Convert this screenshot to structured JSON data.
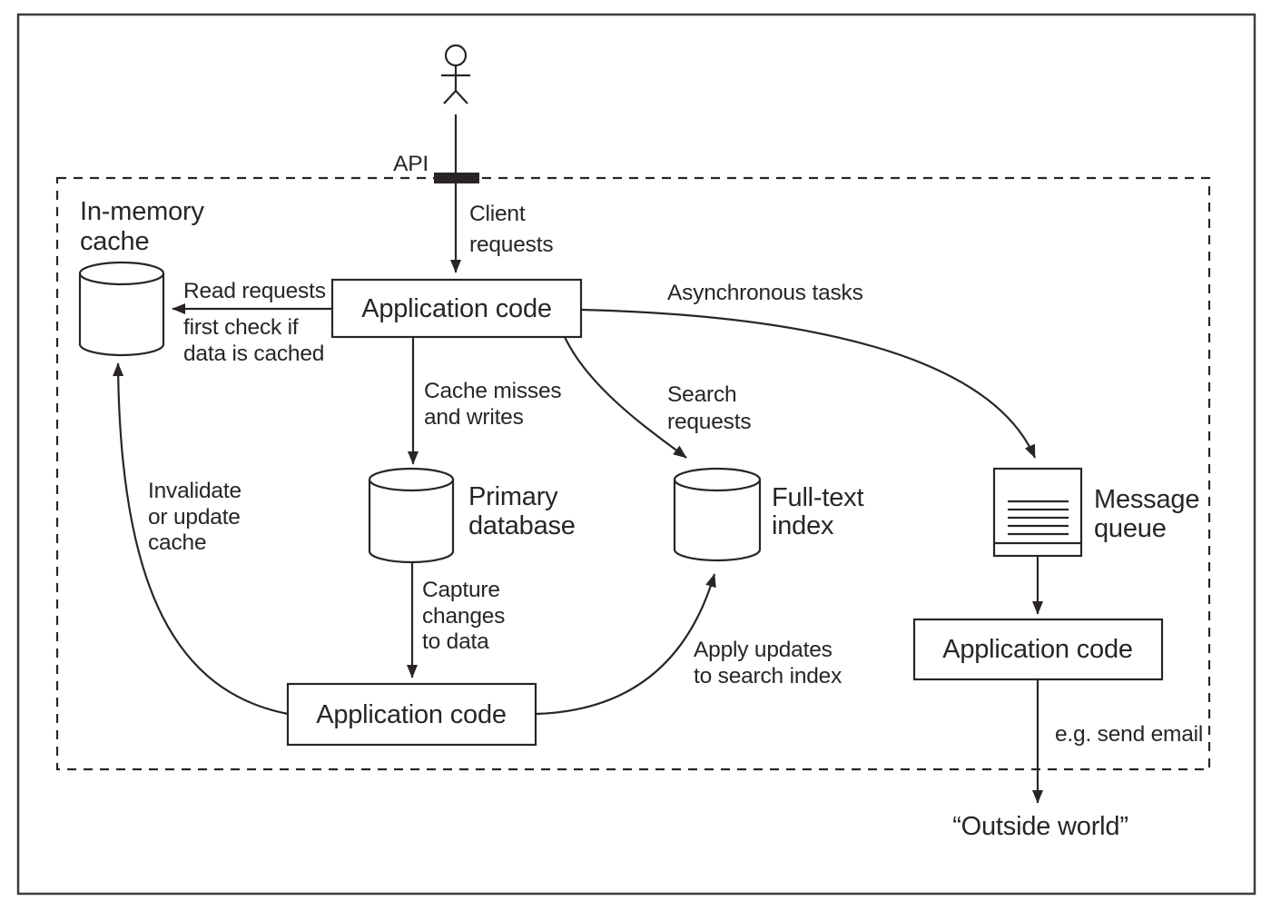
{
  "colors": {
    "ink": "#292526",
    "frame": "#3d3d3d",
    "background": "#ffffff"
  },
  "actor": {
    "icon": "person-icon"
  },
  "api": {
    "label": "API"
  },
  "nodes": {
    "application_top": {
      "label": "Application code"
    },
    "in_memory_cache": {
      "icon": "database-cylinder-icon",
      "lines": [
        "In-memory",
        "cache"
      ]
    },
    "primary_database": {
      "icon": "database-cylinder-icon",
      "lines": [
        "Primary",
        "database"
      ]
    },
    "full_text_index": {
      "icon": "database-cylinder-icon",
      "lines": [
        "Full-text",
        "index"
      ]
    },
    "message_queue": {
      "icon": "message-queue-icon",
      "lines": [
        "Message",
        "queue"
      ]
    },
    "application_bottom": {
      "label": "Application code"
    },
    "application_right": {
      "label": "Application code"
    },
    "outside_world": {
      "label": "“Outside world”"
    }
  },
  "edges": {
    "client_requests": {
      "lines": [
        "Client",
        "requests"
      ]
    },
    "read_requests": {
      "label": "Read requests",
      "note_lines": [
        "first check if",
        "data is cached"
      ]
    },
    "cache_misses": {
      "lines": [
        "Cache misses",
        "and writes"
      ]
    },
    "search_requests": {
      "lines": [
        "Search",
        "requests"
      ]
    },
    "asynchronous_tasks": {
      "label": "Asynchronous tasks"
    },
    "invalidate_cache": {
      "lines": [
        "Invalidate",
        "or update",
        "cache"
      ]
    },
    "capture_changes": {
      "lines": [
        "Capture",
        "changes",
        "to data"
      ]
    },
    "apply_updates": {
      "lines": [
        "Apply updates",
        "to search index"
      ]
    },
    "send_email": {
      "label": "e.g. send email"
    }
  }
}
